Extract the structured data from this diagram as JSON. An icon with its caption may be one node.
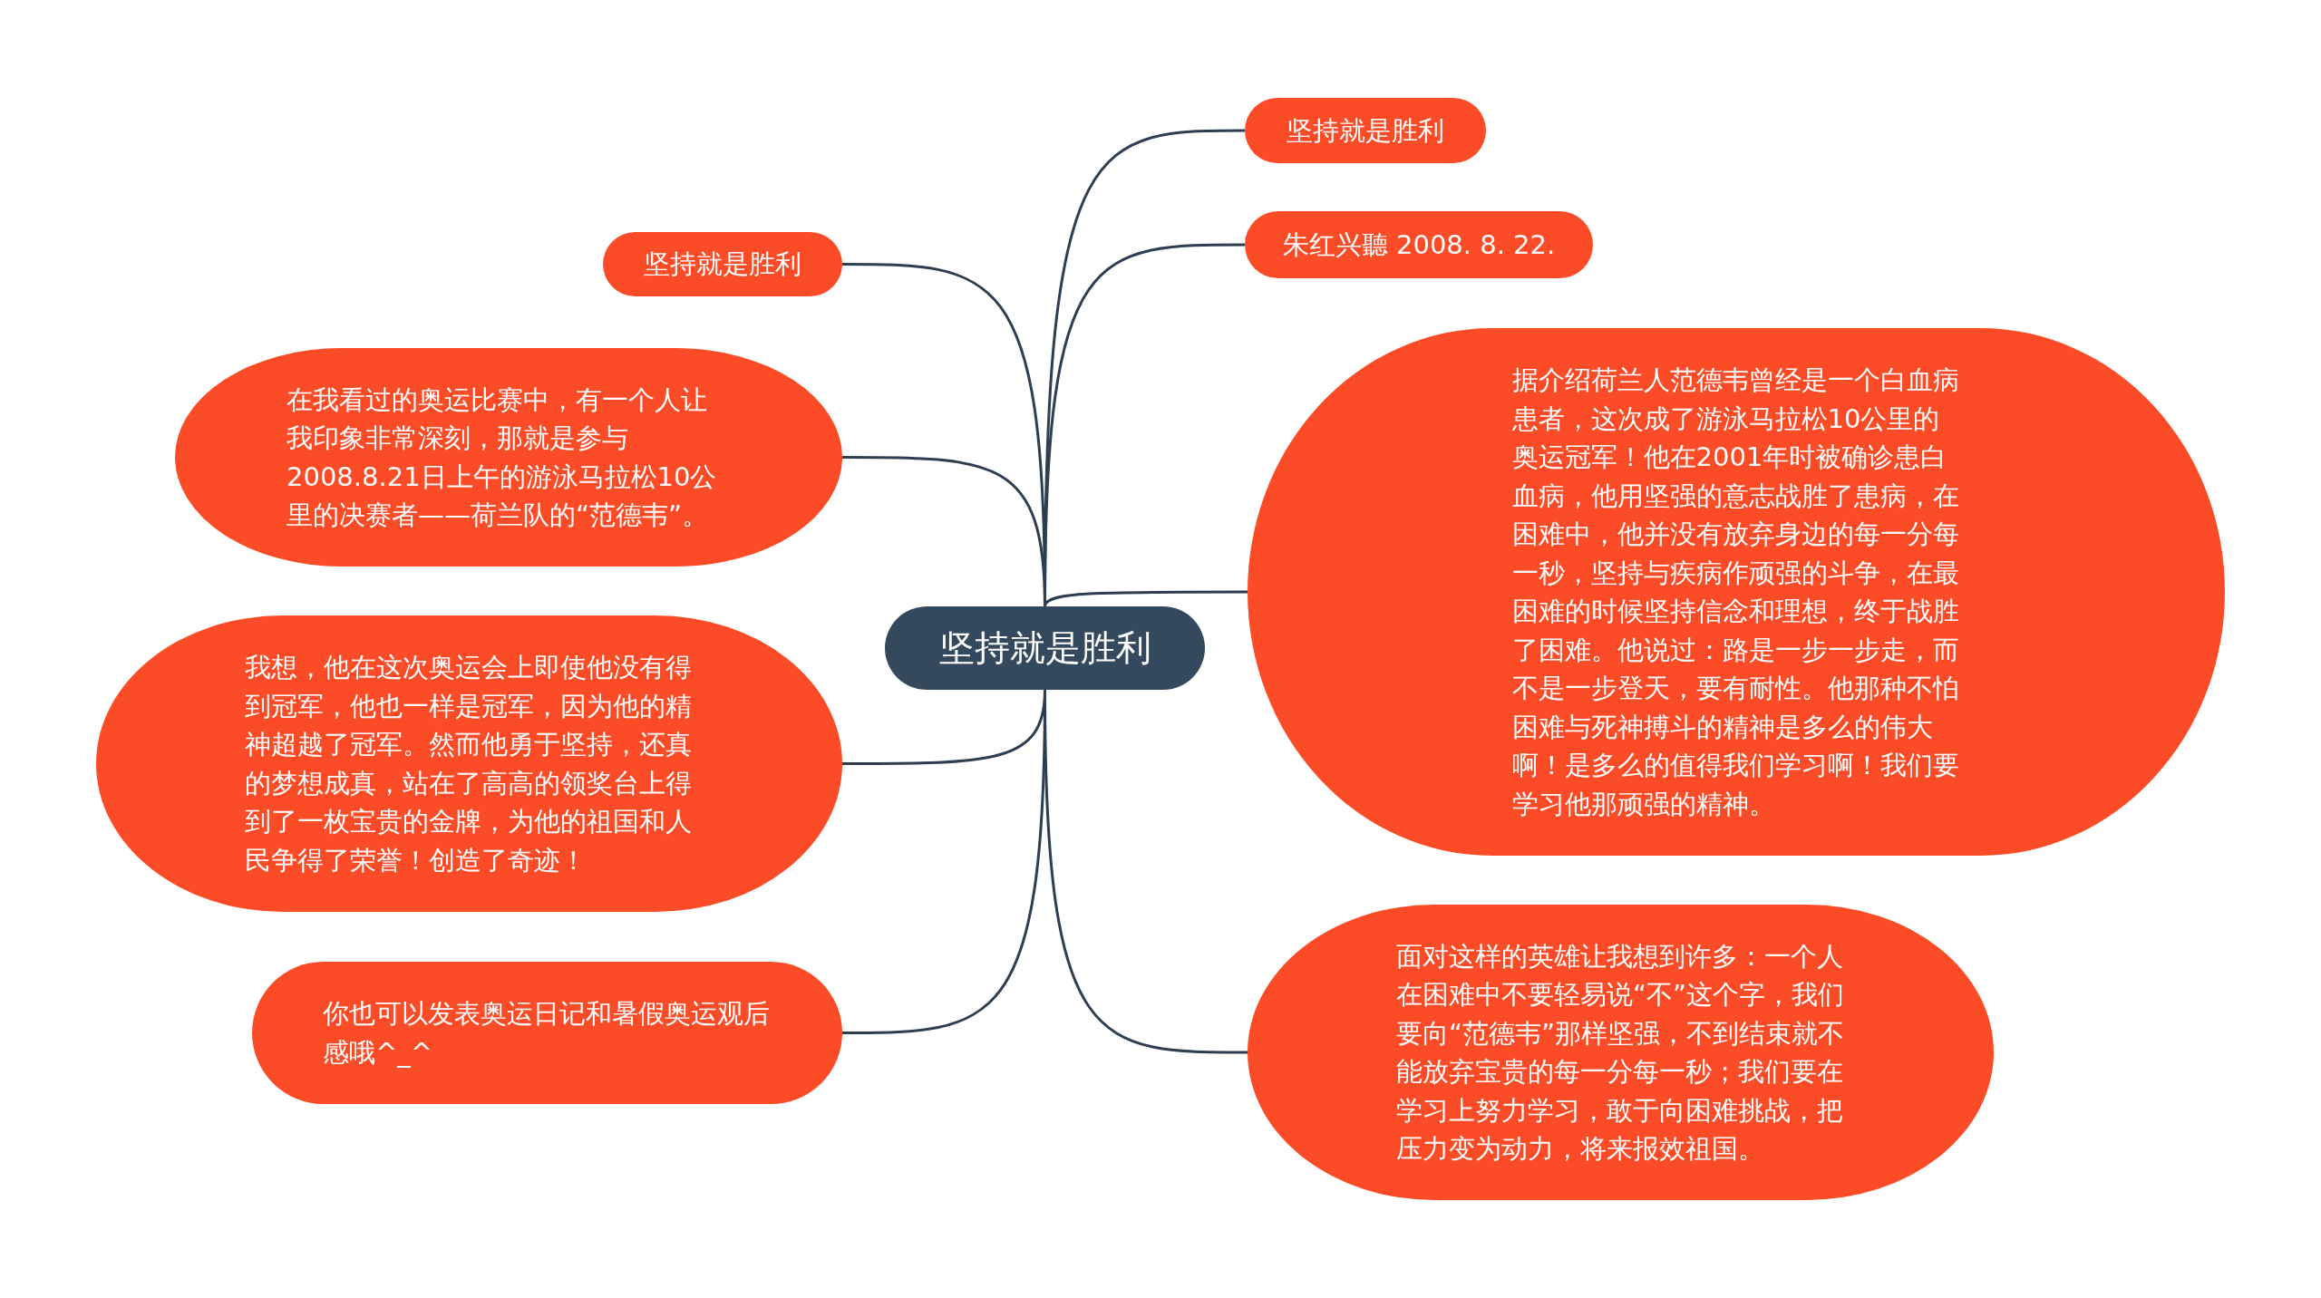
{
  "diagram": {
    "nodes": [
      {
        "text": [
          "坚持就是胜利"
        ]
      },
      {
        "text": [
          "坚持就是胜利"
        ]
      },
      {
        "text": [
          "朱红兴聽 2008. 8. 22."
        ]
      },
      {
        "text": [
          "据介绍荷兰人范德韦曾经是一个白血病患者，这次成了游泳马拉松10公里的奥运冠军！他在2001年时被确诊患白血病，他用坚强的意志战胜了患病，在困难中，他并没有放弃身边的每一分每一秒，坚持与疾病作顽强的斗争，在最困难的时候坚持信念和理想，终于战胜了困难。他说过：路是一步一步走，而不是一步登天，要有耐性。他那种不怕困难与死神搏斗的精神是多么的伟大啊！是多么的值得我们学习啊！我们要学习他那顽强的精神。"
        ]
      },
      {
        "text": [
          "面对这样的英雄让我想到许多：一个人在困难中不要轻易说“不”这个字，我们要向“范德韦”那样坚强，不到结束就不能放弃宝贵的每一分每一秒；我们要在学习上努力学习，敢于向困难挑战，把压力变为动力，将来报效祖国。"
        ]
      },
      {
        "text": [
          "坚持就是胜利"
        ]
      },
      {
        "text": [
          "在我看过的奥运比赛中，有一个人让我印象非常深刻，那就是参与2008.8.21日上午的游泳马拉松10公里的决赛者——荷兰队的“范德韦”。"
        ]
      },
      {
        "text": [
          "我想，他在这次奥运会上即使他没有得到冠军，他也一样是冠军，因为他的精神超越了冠军。然而他勇于坚持，还真的梦想成真，站在了高高的领奖台上得到了一枚宝贵的金牌，为他的祖国和人民争得了荣誉！创造了奇迹！"
        ]
      },
      {
        "text": [
          "你也可以发表奥运日记和暑假奥运观后感哦^_^"
        ]
      }
    ],
    "edges": [
      {
        "from": 0,
        "to": 1,
        "arrow": "none"
      },
      {
        "from": 0,
        "to": 2,
        "arrow": "none"
      },
      {
        "from": 0,
        "to": 3,
        "arrow": "none"
      },
      {
        "from": 0,
        "to": 4,
        "arrow": "none"
      },
      {
        "from": 0,
        "to": 5,
        "arrow": "none"
      },
      {
        "from": 0,
        "to": 6,
        "arrow": "none"
      },
      {
        "from": 0,
        "to": 7,
        "arrow": "none"
      },
      {
        "from": 0,
        "to": 8,
        "arrow": "none"
      }
    ]
  }
}
